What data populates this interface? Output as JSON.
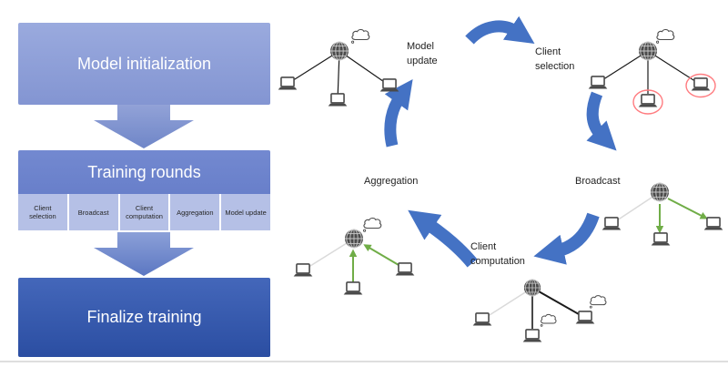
{
  "flowchart": {
    "steps": [
      {
        "label": "Model initialization"
      },
      {
        "label": "Training rounds",
        "substeps": [
          "Client selection",
          "Broadcast",
          "Client computation",
          "Aggregation",
          "Model update"
        ]
      },
      {
        "label": "Finalize training"
      }
    ]
  },
  "cycle": {
    "stages": [
      {
        "label": "Model update"
      },
      {
        "label": "Client selection"
      },
      {
        "label": "Broadcast"
      },
      {
        "label": "Client computation"
      },
      {
        "label": "Aggregation"
      }
    ]
  },
  "icons": {
    "server": "globe-icon",
    "client": "laptop-icon",
    "thinking": "speech-bubble-icon",
    "selected": "red-selection-circle"
  },
  "colors": {
    "flow_arrow_blue": "#4472C4",
    "broadcast_green": "#70AD47",
    "selection_red": "#FF7C80",
    "icon_gray": "#4A4A4A",
    "connector_gray": "#DADADA",
    "step1_fill_top": "#9AAADE",
    "step1_fill_bottom": "#8395D2",
    "step2_fill": "#6E86CD",
    "substep_fill": "#B5C0E6",
    "step3_fill_top": "#4467BA",
    "step3_fill_bottom": "#2B4EA2"
  }
}
